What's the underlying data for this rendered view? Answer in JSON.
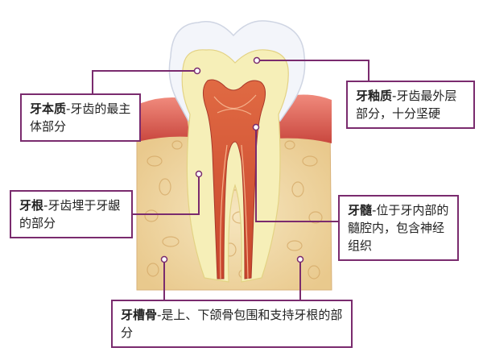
{
  "labels": {
    "enamel": {
      "term": "牙釉质",
      "desc": "-牙齿最外层部分，十分坚硬"
    },
    "dentin": {
      "term": "牙本质",
      "desc": "-牙齿的最主体部分"
    },
    "root": {
      "term": "牙根",
      "desc": "-牙齿埋于牙龈的部分"
    },
    "pulp": {
      "term": "牙髓",
      "desc": "-位于牙内部的髓腔内，包含神经组织"
    },
    "bone": {
      "term": "牙槽骨",
      "desc": "-是上、下颌骨包围和支持牙根的部分"
    }
  },
  "colors": {
    "frame": "#7a2b6e",
    "enamel": "#f4f6fb",
    "dentin": "#f6efb8",
    "pulp": "#d8573a",
    "gum": "#e2685c",
    "bone": "#f1d9a6"
  }
}
